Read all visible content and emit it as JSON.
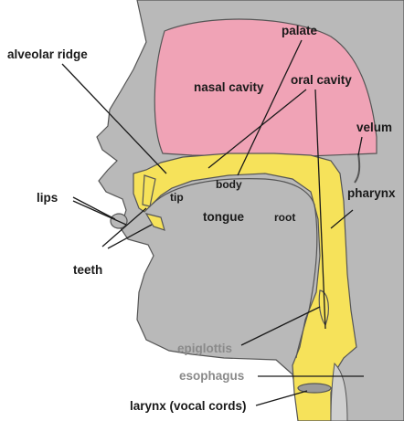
{
  "labels": {
    "alveolar_ridge": "alveolar ridge",
    "palate": "palate",
    "nasal_cavity": "nasal cavity",
    "oral_cavity": "oral cavity",
    "velum": "velum",
    "lips": "lips",
    "tip": "tip",
    "body": "body",
    "tongue": "tongue",
    "root": "root",
    "pharynx": "pharynx",
    "teeth": "teeth",
    "epiglottis": "epiglottis",
    "esophagus": "esophagus",
    "larynx": "larynx (vocal cords)"
  },
  "colors": {
    "head": "#b9b9b9",
    "nasal": "#f0a3b6",
    "tract": "#f6e25a",
    "outline": "#555555",
    "grey_label": "#8a8a8a"
  }
}
